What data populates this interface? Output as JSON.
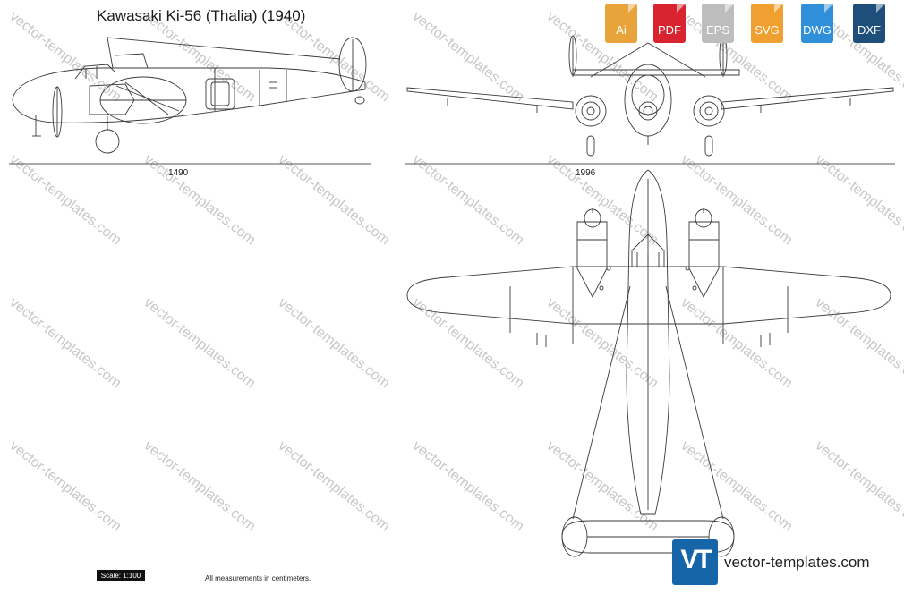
{
  "document": {
    "title": "Kawasaki Ki-56 (Thalia) (1940)",
    "side_view_dimension": "1490",
    "front_view_dimension": "1996",
    "scale_label": "Scale: 1:100",
    "measurements_note": "All measurements in centimeters."
  },
  "formats": [
    {
      "label": "Ai",
      "color": "#e8a33a"
    },
    {
      "label": "PDF",
      "color": "#d9232e"
    },
    {
      "label": "EPS",
      "color": "#bdbdbd"
    },
    {
      "label": "SVG",
      "color": "#f0a030"
    },
    {
      "label": "DWG",
      "color": "#2f8fd8"
    },
    {
      "label": "DXF",
      "color": "#1e4f7a"
    }
  ],
  "brand": {
    "logo_text": "VT",
    "site": "vector-templates.com"
  },
  "watermark": "vector-templates.com",
  "colors": {
    "line": "#3a3a3a",
    "watermark": "#c8c8c8",
    "accent": "#1565a8"
  }
}
